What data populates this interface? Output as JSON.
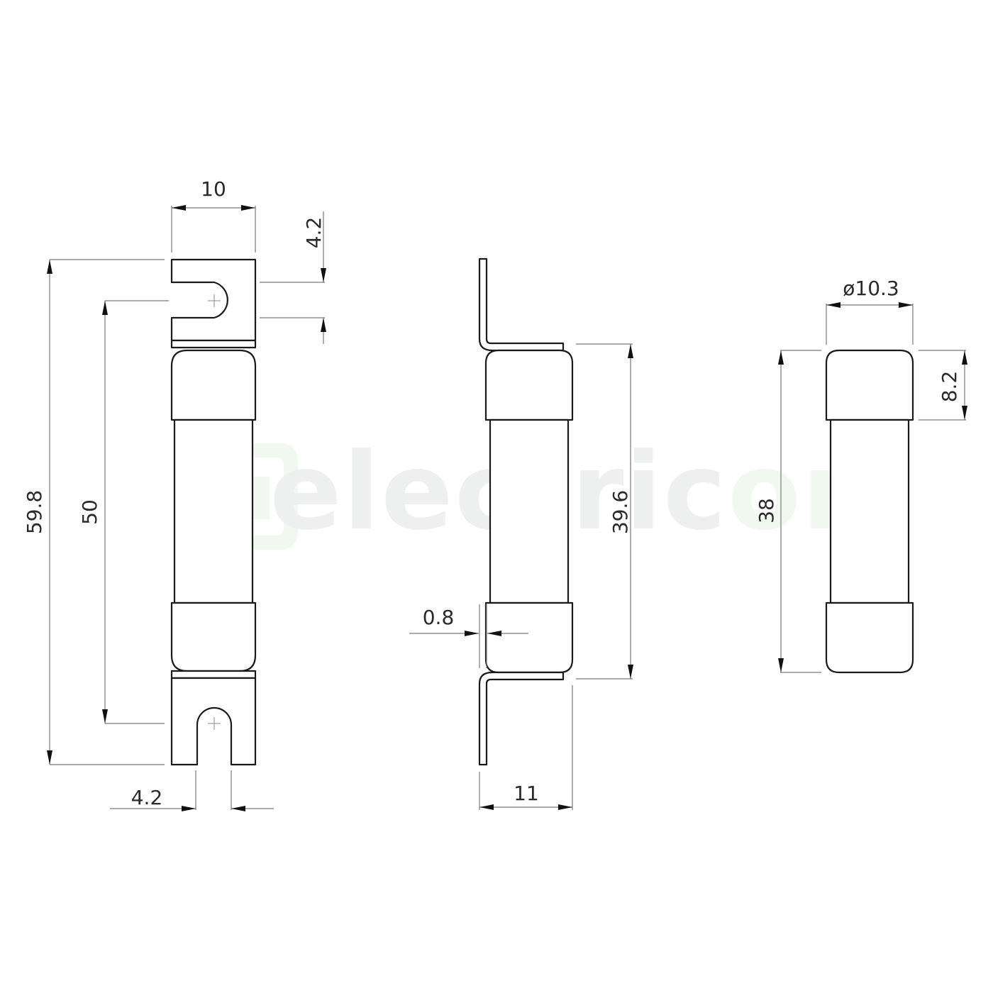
{
  "drawing": {
    "subject": "Bolted tag fuse (offset tag) dimension drawing",
    "units": "mm",
    "watermark": {
      "brand_text": "electricon",
      "brand_text_main": "electric",
      "brand_text_accent": "on",
      "logo_letters": "EG",
      "logo_color": "#f1f8ef",
      "text_color": "#eef0f0"
    },
    "views": {
      "front": {
        "label": "front-view",
        "dimensions": {
          "tag_width": "10",
          "slot_width_top": "4.2",
          "overall_length": "59.8",
          "centers": "50",
          "slot_width_bottom": "4.2"
        }
      },
      "side": {
        "label": "side-view",
        "dimensions": {
          "body_length": "39.6",
          "tag_thickness": "0.8",
          "tag_offset": "11"
        }
      },
      "body": {
        "label": "fuse-body-view",
        "dimensions": {
          "diameter": "ø10.3",
          "cap_length": "8.2",
          "body_length": "38"
        }
      }
    }
  }
}
